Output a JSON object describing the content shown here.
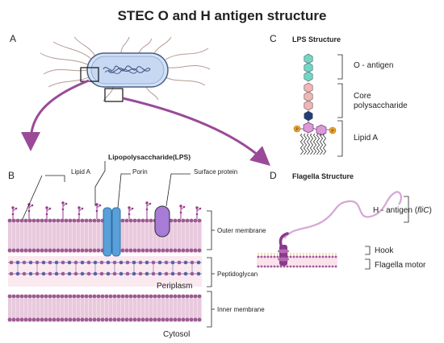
{
  "title": "STEC O and H antigen structure",
  "panels": {
    "a": "A",
    "b": "B",
    "c": "C",
    "d": "D"
  },
  "membrane": {
    "lipid_a": "Lipid A",
    "lps": "Lipopolysaccharide(LPS)",
    "porin": "Porin",
    "surface_protein": "Surface protein",
    "outer_membrane": "Outer membrane",
    "periplasm": "Periplasm",
    "peptidoglycan": "Peptidoglycan",
    "inner_membrane": "Inner membrane",
    "cytosol": "Cytosol"
  },
  "lps_structure": {
    "title": "LPS Structure",
    "o_antigen": "O - antigen",
    "core_line1": "Core",
    "core_line2": "polysaccharide",
    "lipid_a": "Lipid A",
    "phosphate": "P"
  },
  "flagella_structure": {
    "title": "Flagella Structure",
    "h_antigen_prefix": "H - antigen (",
    "h_antigen_gene": "fliC",
    "h_antigen_suffix": ")",
    "hook": "Hook",
    "motor": "Flagella motor"
  },
  "colors": {
    "title": "#7a1a6e",
    "membrane_band": "#f6dbe8",
    "lipid_head": "#9b5b94",
    "lps_chain": "#9b3a8c",
    "porin": "#5aa0d8",
    "surface_protein": "#a77bd6",
    "peptidoglycan": "#5b5fa8",
    "o_antigen": "#6fd7c7",
    "core": "#f2b5b5",
    "core_dark": "#1f3f7a",
    "lipid_a_sugar": "#d99ad6",
    "phosphate": "#f0a830",
    "bacterium": "#bdd3f2",
    "arrow": "#9a4a98",
    "flagellum": "#d6a6d6"
  }
}
